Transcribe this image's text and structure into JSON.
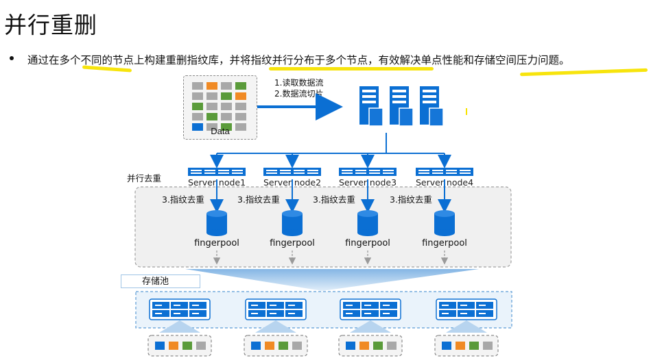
{
  "title": "并行重删",
  "bullet": "通过在多个不同的节点上构建重删指纹库，并将指纹并行分布于多个节点，有效解决单点性能和存储空间压力问题。",
  "source": {
    "label": "Data"
  },
  "steps": [
    "1.读取数据流",
    "2.数据流切片"
  ],
  "parallel_label": "并行去重",
  "nodes": [
    {
      "label": "Server node1",
      "dedup": "3.指纹去重",
      "pool": "fingerpool"
    },
    {
      "label": "Server node2",
      "dedup": "3.指纹去重",
      "pool": "fingerpool"
    },
    {
      "label": "Server node3",
      "dedup": "3.指纹去重",
      "pool": "fingerpool"
    },
    {
      "label": "Server node4",
      "dedup": "3.指纹去重",
      "pool": "fingerpool"
    }
  ],
  "storage_pool_label": "存储池",
  "colors": {
    "primary_blue": "#0b6fd3",
    "light_blue": "#cfe3f6",
    "highlight": "#f7e300",
    "orange": "#f08a24",
    "green": "#5a9b3a",
    "gray": "#a8a8a8"
  }
}
